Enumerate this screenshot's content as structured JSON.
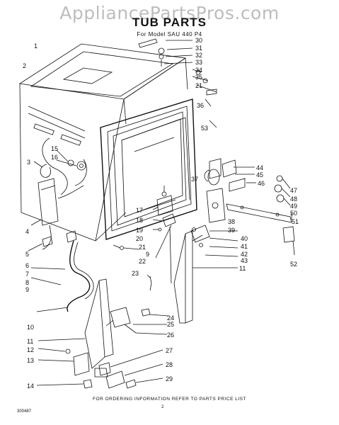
{
  "watermark": "AppliancePartsPros.com",
  "title": "TUB PARTS",
  "subtitle": "For Model SAU 440 P4",
  "footer": "FOR ORDERING INFORMATION REFER TO PARTS PRICE LIST",
  "drawing_code": "300487",
  "page_number": "2",
  "callouts": [
    "1",
    "2",
    "3",
    "4",
    "5",
    "6",
    "7",
    "8",
    "9",
    "10",
    "11",
    "12",
    "13",
    "14",
    "15",
    "16",
    "17",
    "18",
    "19",
    "20",
    "21",
    "22",
    "23",
    "24",
    "25",
    "26",
    "27",
    "28",
    "29",
    "30",
    "31",
    "32",
    "33",
    "34",
    "35",
    "36",
    "37",
    "38",
    "39",
    "40",
    "41",
    "42",
    "43",
    "44",
    "45",
    "46",
    "47",
    "48",
    "49",
    "50",
    "51",
    "52",
    "53"
  ],
  "repeat_callouts": [
    "9",
    "11",
    "21"
  ]
}
